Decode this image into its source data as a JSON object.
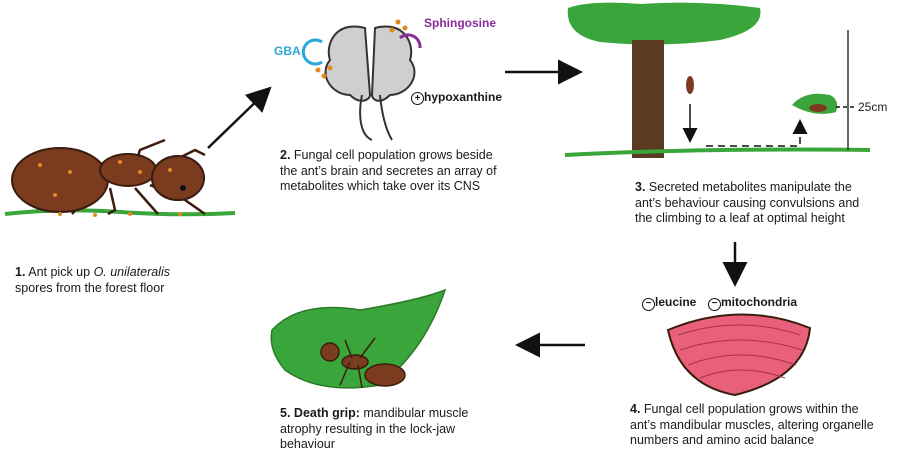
{
  "steps": [
    {
      "num": "1.",
      "text": "Ant pick up ",
      "species": "O. unilateralis",
      "text2": "spores from the forest floor"
    },
    {
      "num": "2.",
      "text": "Fungal cell population grows beside the ant’s brain and secretes an array of metabolites which take over its CNS"
    },
    {
      "num": "3.",
      "text": "Secreted metabolites manipulate the ant’s behaviour causing convulsions and the climbing to a leaf at optimal height"
    },
    {
      "num": "4.",
      "text": "Fungal cell population grows within the ant’s mandibular muscles, altering organelle numbers and amino acid balance"
    },
    {
      "num": "5.",
      "bold": "Death grip:",
      "text": "mandibular muscle atrophy resulting in the lock-jaw behaviour"
    }
  ],
  "brain_labels": {
    "gba": "GBA",
    "sphingosine": "Sphingosine",
    "hypoxanthine": "hypoxanthine",
    "plus_sign": "+"
  },
  "height_label": "25cm",
  "muscle_labels": {
    "leucine": "leucine",
    "mitochondria": "mitochondria",
    "minus_sign": "−"
  },
  "colors": {
    "ant": "#7a3b1f",
    "leaf": "#3aa53a",
    "trunk": "#5a3b22",
    "muscle": "#e8607a",
    "gba": "#2aa6d8",
    "sphingosine": "#8a2b9a",
    "spores": "#e08a1e"
  }
}
